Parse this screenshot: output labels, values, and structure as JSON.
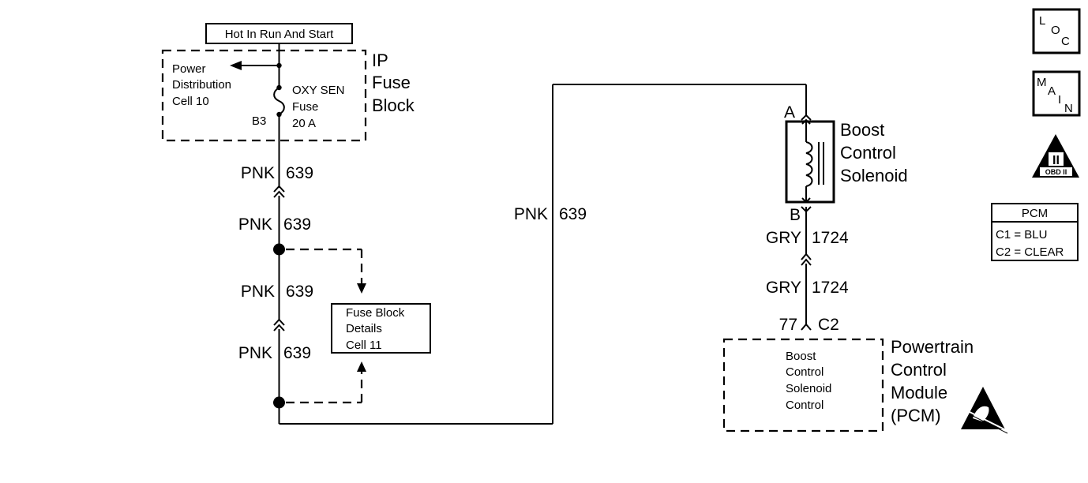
{
  "fuse_block": {
    "feed_label": "Hot In Run And Start",
    "title_lines": [
      "IP",
      "Fuse",
      "Block"
    ],
    "power_lines": [
      "Power",
      "Distribution",
      "Cell 10"
    ],
    "fuse_lines": [
      "OXY SEN",
      "Fuse",
      "20 A"
    ],
    "terminal": "B3"
  },
  "wires": {
    "pnk_color": "PNK",
    "pnk_circuit": "639",
    "gry_color": "GRY",
    "gry_circuit": "1724"
  },
  "fuse_details": {
    "lines": [
      "Fuse Block",
      "Details",
      "Cell 11"
    ]
  },
  "solenoid": {
    "pin_a": "A",
    "pin_b": "B",
    "title_lines": [
      "Boost",
      "Control",
      "Solenoid"
    ]
  },
  "pcm": {
    "pin_number": "77",
    "connector": "C2",
    "inner_lines": [
      "Boost",
      "Control",
      "Solenoid",
      "Control"
    ],
    "title_lines": [
      "Powertrain",
      "Control",
      "Module",
      "(PCM)"
    ]
  },
  "side_icons": {
    "loc": [
      "L",
      "O",
      "C"
    ],
    "main": [
      "M",
      "A",
      "I",
      "N"
    ],
    "obd_numeral": "II",
    "obd_label": "OBD II"
  },
  "connector_legend": {
    "title": "PCM",
    "rows": [
      "C1 = BLU",
      "C2 = CLEAR"
    ]
  }
}
